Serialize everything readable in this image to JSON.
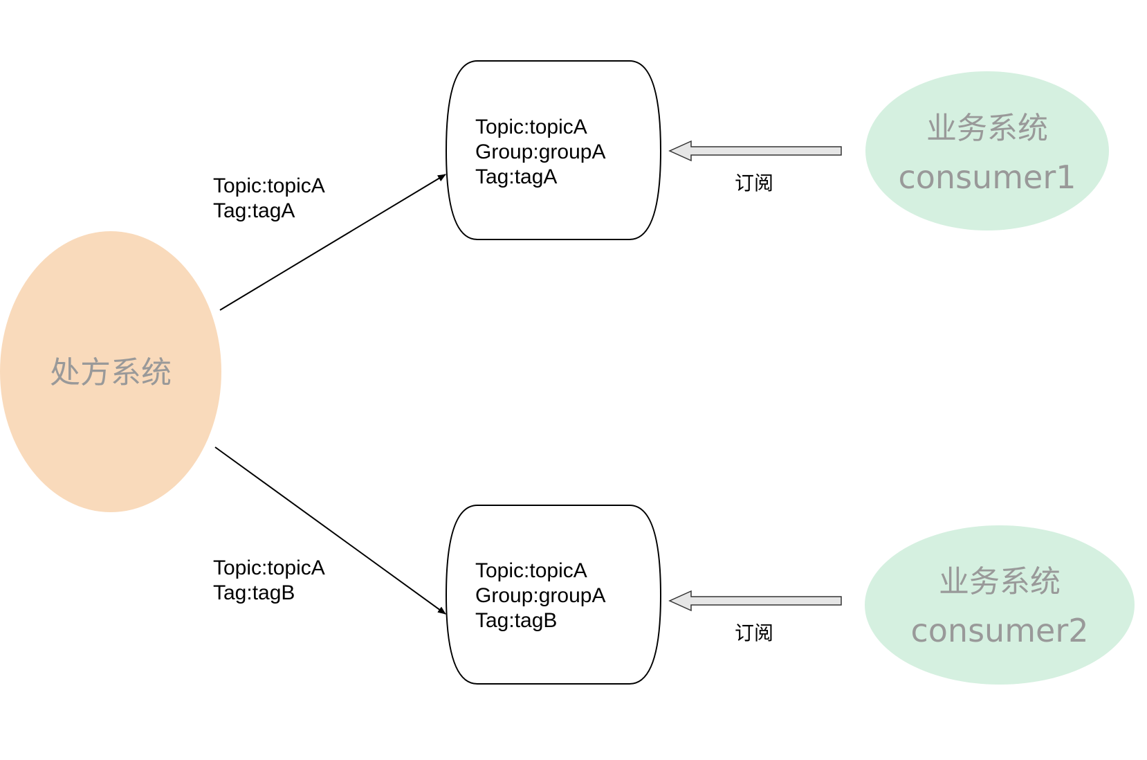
{
  "colors": {
    "producer_fill": "#f9dabb",
    "consumer_fill": "#d5f0e0",
    "node_text": "#999999",
    "queue_stroke": "#000000",
    "subscribe_arrow_fill": "#e6e6e6"
  },
  "producer": {
    "label": "处方系统"
  },
  "consumers": [
    {
      "label_line1": "业务系统",
      "label_line2": "consumer1"
    },
    {
      "label_line1": "业务系统",
      "label_line2": "consumer2"
    }
  ],
  "queues": [
    {
      "line1": "Topic:topicA",
      "line2": "Group:groupA",
      "line3": "Tag:tagA"
    },
    {
      "line1": "Topic:topicA",
      "line2": "Group:groupA",
      "line3": "Tag:tagB"
    }
  ],
  "edges": [
    {
      "line1": "Topic:topicA",
      "line2": "Tag:tagA"
    },
    {
      "line1": "Topic:topicA",
      "line2": "Tag:tagB"
    }
  ],
  "subscriptions": [
    {
      "label": "订阅"
    },
    {
      "label": "订阅"
    }
  ]
}
